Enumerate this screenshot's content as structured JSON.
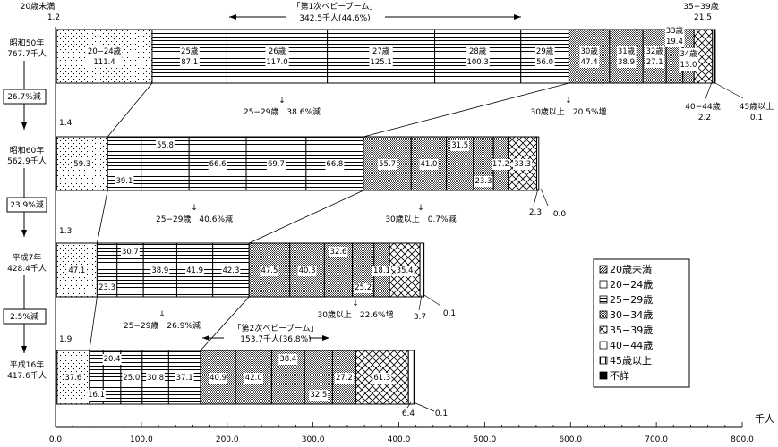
{
  "chart_data": {
    "type": "bar",
    "orientation": "horizontal-stacked",
    "unit_label": "千人",
    "xlim": [
      0,
      800
    ],
    "x_ticks": [
      "0.0",
      "100.0",
      "200.0",
      "300.0",
      "400.0",
      "500.0",
      "600.0",
      "700.0",
      "800.0"
    ],
    "legend": {
      "placement": "right",
      "entries": [
        {
          "key": "under20",
          "label": "20歳未満"
        },
        {
          "key": "a20_24",
          "label": "20−24歳"
        },
        {
          "key": "a25_29",
          "label": "25−29歳"
        },
        {
          "key": "a30_34",
          "label": "30−34歳"
        },
        {
          "key": "a35_39",
          "label": "35−39歳"
        },
        {
          "key": "a40_44",
          "label": "40−44歳"
        },
        {
          "key": "over45",
          "label": "45歳以上"
        },
        {
          "key": "unknown",
          "label": "不詳"
        }
      ]
    },
    "rows": [
      {
        "year_label": "昭和50年",
        "total_label": "767.7千人",
        "total": 767.7,
        "segments": [
          {
            "group": "under20",
            "value": 1.2,
            "label": ""
          },
          {
            "group": "a20_24",
            "value": 111.4,
            "label": "20−24歳",
            "value_label": "111.4"
          },
          {
            "group": "a25_29",
            "value": 87.1,
            "label": "25歳",
            "value_label": "87.1"
          },
          {
            "group": "a25_29",
            "value": 117.0,
            "label": "26歳",
            "value_label": "117.0"
          },
          {
            "group": "a25_29",
            "value": 125.1,
            "label": "27歳",
            "value_label": "125.1"
          },
          {
            "group": "a25_29",
            "value": 100.3,
            "label": "28歳",
            "value_label": "100.3"
          },
          {
            "group": "a25_29",
            "value": 56.0,
            "label": "29歳",
            "value_label": "56.0"
          },
          {
            "group": "a30_34",
            "value": 47.4,
            "label": "30歳",
            "value_label": "47.4"
          },
          {
            "group": "a30_34",
            "value": 38.9,
            "label": "31歳",
            "value_label": "38.9"
          },
          {
            "group": "a30_34",
            "value": 27.1,
            "label": "32歳",
            "value_label": "27.1"
          },
          {
            "group": "a30_34",
            "value": 19.4,
            "label": "33歳",
            "value_label": "19.4"
          },
          {
            "group": "a30_34",
            "value": 13.0,
            "label": "34歳",
            "value_label": "13.0"
          },
          {
            "group": "a35_39",
            "value": 21.5,
            "label": "",
            "value_label": ""
          },
          {
            "group": "a40_44",
            "value": 2.2,
            "label": "",
            "value_label": ""
          },
          {
            "group": "over45",
            "value": 0.1,
            "label": "",
            "value_label": ""
          }
        ],
        "callouts": [
          {
            "text": "20歳未満",
            "sub": "1.2"
          },
          {
            "text": "35−39歳",
            "sub": "21.5"
          },
          {
            "text": "40−44歳",
            "sub": "2.2"
          },
          {
            "text": "45歳以上",
            "sub": "0.1"
          }
        ]
      },
      {
        "year_label": "昭和60年",
        "total_label": "562.9千人",
        "total": 562.9,
        "segments": [
          {
            "group": "under20",
            "value": 1.4,
            "value_label": ""
          },
          {
            "group": "a20_24",
            "value": 59.3,
            "value_label": "59.3"
          },
          {
            "group": "a25_29",
            "value": 39.1,
            "value_label": "39.1"
          },
          {
            "group": "a25_29",
            "value": 55.8,
            "value_label": "55.8"
          },
          {
            "group": "a25_29",
            "value": 66.6,
            "value_label": "66.6"
          },
          {
            "group": "a25_29",
            "value": 69.7,
            "value_label": "69.7"
          },
          {
            "group": "a25_29",
            "value": 66.8,
            "value_label": "66.8"
          },
          {
            "group": "a30_34",
            "value": 55.7,
            "value_label": "55.7"
          },
          {
            "group": "a30_34",
            "value": 41.0,
            "value_label": "41.0"
          },
          {
            "group": "a30_34",
            "value": 31.5,
            "value_label": "31.5"
          },
          {
            "group": "a30_34",
            "value": 23.3,
            "value_label": "23.3"
          },
          {
            "group": "a30_34",
            "value": 17.2,
            "value_label": "17.2"
          },
          {
            "group": "a35_39",
            "value": 33.3,
            "value_label": "33.3"
          },
          {
            "group": "a40_44",
            "value": 2.3,
            "value_label": ""
          },
          {
            "group": "over45",
            "value": 0.0,
            "value_label": ""
          }
        ],
        "callouts": [
          {
            "text": "1.4"
          },
          {
            "text": "2.3"
          },
          {
            "text": "0.0"
          }
        ]
      },
      {
        "year_label": "平成7年",
        "total_label": "428.4千人",
        "total": 428.4,
        "segments": [
          {
            "group": "under20",
            "value": 1.3,
            "value_label": ""
          },
          {
            "group": "a20_24",
            "value": 47.1,
            "value_label": "47.1"
          },
          {
            "group": "a25_29",
            "value": 23.3,
            "value_label": "23.3"
          },
          {
            "group": "a25_29",
            "value": 30.7,
            "value_label": "30.7"
          },
          {
            "group": "a25_29",
            "value": 38.9,
            "value_label": "38.9"
          },
          {
            "group": "a25_29",
            "value": 41.9,
            "value_label": "41.9"
          },
          {
            "group": "a25_29",
            "value": 42.3,
            "value_label": "42.3"
          },
          {
            "group": "a30_34",
            "value": 47.5,
            "value_label": "47.5"
          },
          {
            "group": "a30_34",
            "value": 40.3,
            "value_label": "40.3"
          },
          {
            "group": "a30_34",
            "value": 32.6,
            "value_label": "32.6"
          },
          {
            "group": "a30_34",
            "value": 25.2,
            "value_label": "25.2"
          },
          {
            "group": "a30_34",
            "value": 18.1,
            "value_label": "18.1"
          },
          {
            "group": "a35_39",
            "value": 35.4,
            "value_label": "35.4"
          },
          {
            "group": "a40_44",
            "value": 3.7,
            "value_label": ""
          },
          {
            "group": "over45",
            "value": 0.1,
            "value_label": ""
          }
        ],
        "callouts": [
          {
            "text": "1.3"
          },
          {
            "text": "3.7"
          },
          {
            "text": "0.1"
          }
        ]
      },
      {
        "year_label": "平成16年",
        "total_label": "417.6千人",
        "total": 417.6,
        "segments": [
          {
            "group": "under20",
            "value": 1.9,
            "value_label": ""
          },
          {
            "group": "a20_24",
            "value": 37.6,
            "value_label": "37.6"
          },
          {
            "group": "a25_29",
            "value": 16.1,
            "value_label": "16.1"
          },
          {
            "group": "a25_29",
            "value": 20.4,
            "value_label": "20.4"
          },
          {
            "group": "a25_29",
            "value": 25.0,
            "value_label": "25.0"
          },
          {
            "group": "a25_29",
            "value": 30.8,
            "value_label": "30.8"
          },
          {
            "group": "a25_29",
            "value": 37.1,
            "value_label": "37.1"
          },
          {
            "group": "a30_34",
            "value": 40.9,
            "value_label": "40.9"
          },
          {
            "group": "a30_34",
            "value": 42.0,
            "value_label": "42.0"
          },
          {
            "group": "a30_34",
            "value": 38.4,
            "value_label": "38.4"
          },
          {
            "group": "a30_34",
            "value": 32.5,
            "value_label": "32.5"
          },
          {
            "group": "a30_34",
            "value": 27.2,
            "value_label": "27.2"
          },
          {
            "group": "a35_39",
            "value": 61.3,
            "value_label": "61.3"
          },
          {
            "group": "a40_44",
            "value": 6.4,
            "value_label": ""
          },
          {
            "group": "over45",
            "value": 0.1,
            "value_label": ""
          }
        ],
        "callouts": [
          {
            "text": "1.9"
          },
          {
            "text": "6.4"
          },
          {
            "text": "0.1"
          }
        ]
      }
    ],
    "changes": [
      {
        "between": "昭和50年→昭和60年",
        "total_change": "26.7%減",
        "a25_29": "25−29歳　38.6%減",
        "over30": "30歳以上　20.5%増"
      },
      {
        "between": "昭和60年→平成7年",
        "total_change": "23.9%減",
        "a25_29": "25−29歳　40.6%減",
        "over30": "30歳以上　0.7%減"
      },
      {
        "between": "平成7年→平成16年",
        "total_change": "2.5%減",
        "a25_29": "25−29歳　26.9%減",
        "over30": "30歳以上　22.6%増"
      }
    ],
    "annotations": [
      {
        "title": "「第1次ベビーブーム」",
        "value": "342.5千人(44.6%)"
      },
      {
        "title": "「第2次ベビーブーム」",
        "value": "153.7千人(36.8%)"
      }
    ]
  }
}
